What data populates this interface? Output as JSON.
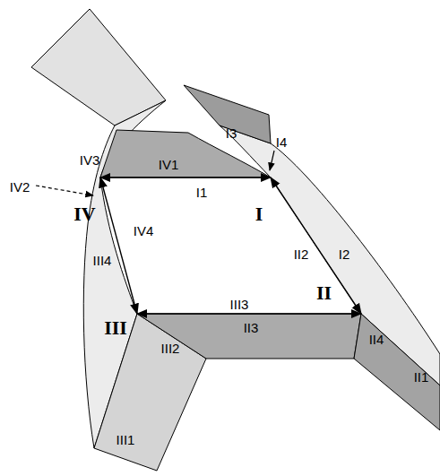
{
  "diagram": {
    "nodes": [
      {
        "text": [
          "IV"
        ]
      },
      {
        "text": [
          "I"
        ]
      },
      {
        "text": [
          "III"
        ]
      },
      {
        "text": [
          "II"
        ]
      }
    ],
    "edges": [
      {
        "from": 0,
        "to": 1,
        "arrow": "both"
      },
      {
        "from": 1,
        "to": 3,
        "arrow": "both"
      },
      {
        "from": 3,
        "to": 2,
        "arrow": "both"
      },
      {
        "from": 2,
        "to": 0,
        "arrow": "both"
      }
    ],
    "labels": [
      "IV3",
      "IV2",
      "I3",
      "I4",
      "IV1",
      "I1",
      "IV4",
      "III4",
      "I2",
      "II2",
      "III3",
      "II3",
      "II4",
      "III2",
      "II1",
      "III1"
    ]
  }
}
